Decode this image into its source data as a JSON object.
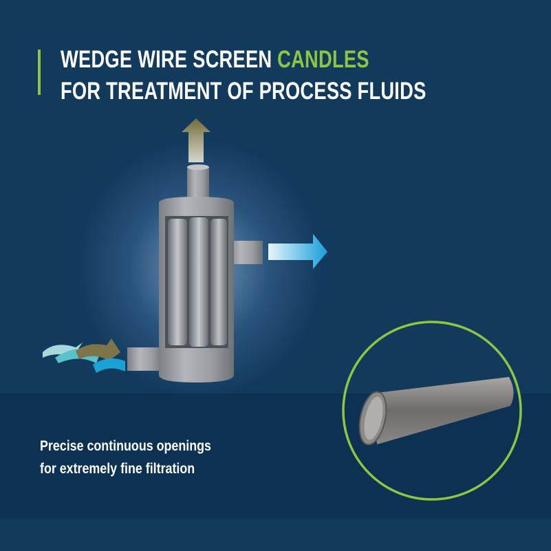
{
  "title": {
    "line1_prefix": "WEDGE WIRE SCREEN",
    "line1_highlight": "CANDLES",
    "line2": "FOR TREATMENT OF PROCESS FLUIDS"
  },
  "caption": {
    "line1": "Precise continuous openings",
    "line2": "for extremely fine filtration"
  },
  "colors": {
    "background": "#123a5d",
    "band": "#0d3153",
    "accent_green": "#8dc63f",
    "outlet_arrow": "#1aa8e0",
    "top_arrow": "#7a7440"
  },
  "icons": [
    "up-arrow-icon",
    "right-arrow-icon",
    "inflow-swirl-icon"
  ]
}
